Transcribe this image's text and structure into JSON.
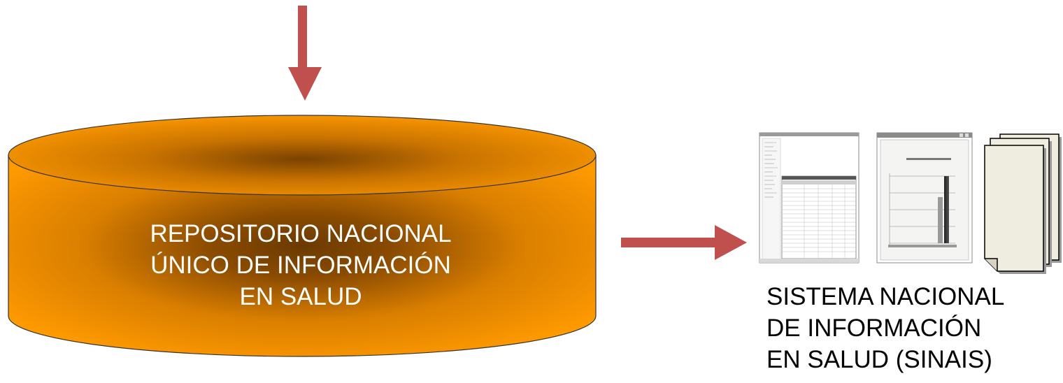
{
  "repository": {
    "line1": "REPOSITORIO NACIONAL",
    "line2": "ÚNICO DE INFORMACIÓN",
    "line3": "EN SALUD"
  },
  "sinais": {
    "line1": "SISTEMA NACIONAL",
    "line2": "DE INFORMACIÓN",
    "line3": "EN SALUD (SINAIS)"
  },
  "colors": {
    "arrow": "#c0504d",
    "cylinder_light": "#ff9a00",
    "cylinder_dark": "#6b3a00",
    "document": "#efece0"
  },
  "icons": [
    "spreadsheet-screenshot-icon",
    "bar-chart-screenshot-icon",
    "stacked-documents-icon"
  ]
}
